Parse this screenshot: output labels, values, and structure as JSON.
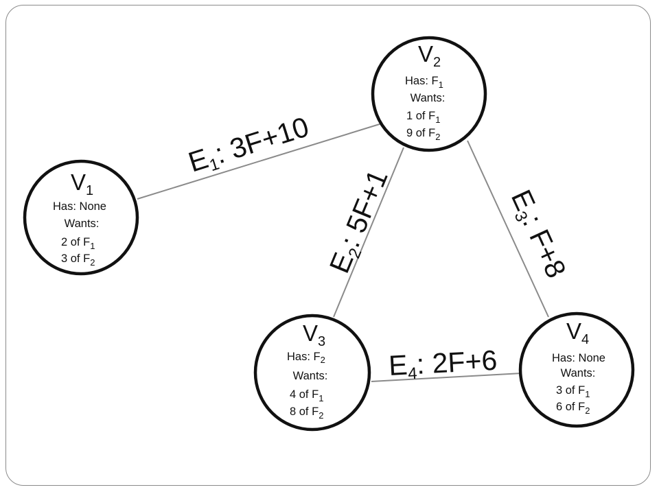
{
  "diagram": {
    "nodes": [
      {
        "id": "v1",
        "name": "V",
        "name_sub": "1",
        "has": "Has: None",
        "wants_label": "Wants:",
        "wants": [
          {
            "prefix": "2 of F",
            "sub": "1"
          },
          {
            "prefix": "3 of F",
            "sub": "2"
          }
        ]
      },
      {
        "id": "v2",
        "name": "V",
        "name_sub": "2",
        "has": "Has: F",
        "has_sub": "1",
        "wants_label": "Wants:",
        "wants": [
          {
            "prefix": "1 of F",
            "sub": "1"
          },
          {
            "prefix": "9 of F",
            "sub": "2"
          }
        ]
      },
      {
        "id": "v3",
        "name": "V",
        "name_sub": "3",
        "has": "Has: F",
        "has_sub": "2",
        "wants_label": "Wants:",
        "wants": [
          {
            "prefix": "4 of F",
            "sub": "1"
          },
          {
            "prefix": "8 of F",
            "sub": "2"
          }
        ]
      },
      {
        "id": "v4",
        "name": "V",
        "name_sub": "4",
        "has": "Has: None",
        "wants_label": "Wants:",
        "wants": [
          {
            "prefix": "3 of F",
            "sub": "1"
          },
          {
            "prefix": "6 of F",
            "sub": "2"
          }
        ]
      }
    ],
    "edges": [
      {
        "id": "e1",
        "from": "v1",
        "to": "v2",
        "name": "E",
        "sub": "1",
        "cost": ": 3F+10"
      },
      {
        "id": "e2",
        "from": "v3",
        "to": "v2",
        "name": "E",
        "sub": "2",
        "cost": ": 5F+1"
      },
      {
        "id": "e3",
        "from": "v2",
        "to": "v4",
        "name": "E",
        "sub": "3",
        "cost": ": F+8"
      },
      {
        "id": "e4",
        "from": "v3",
        "to": "v4",
        "name": "E",
        "sub": "4",
        "cost": ": 2F+6"
      }
    ]
  }
}
